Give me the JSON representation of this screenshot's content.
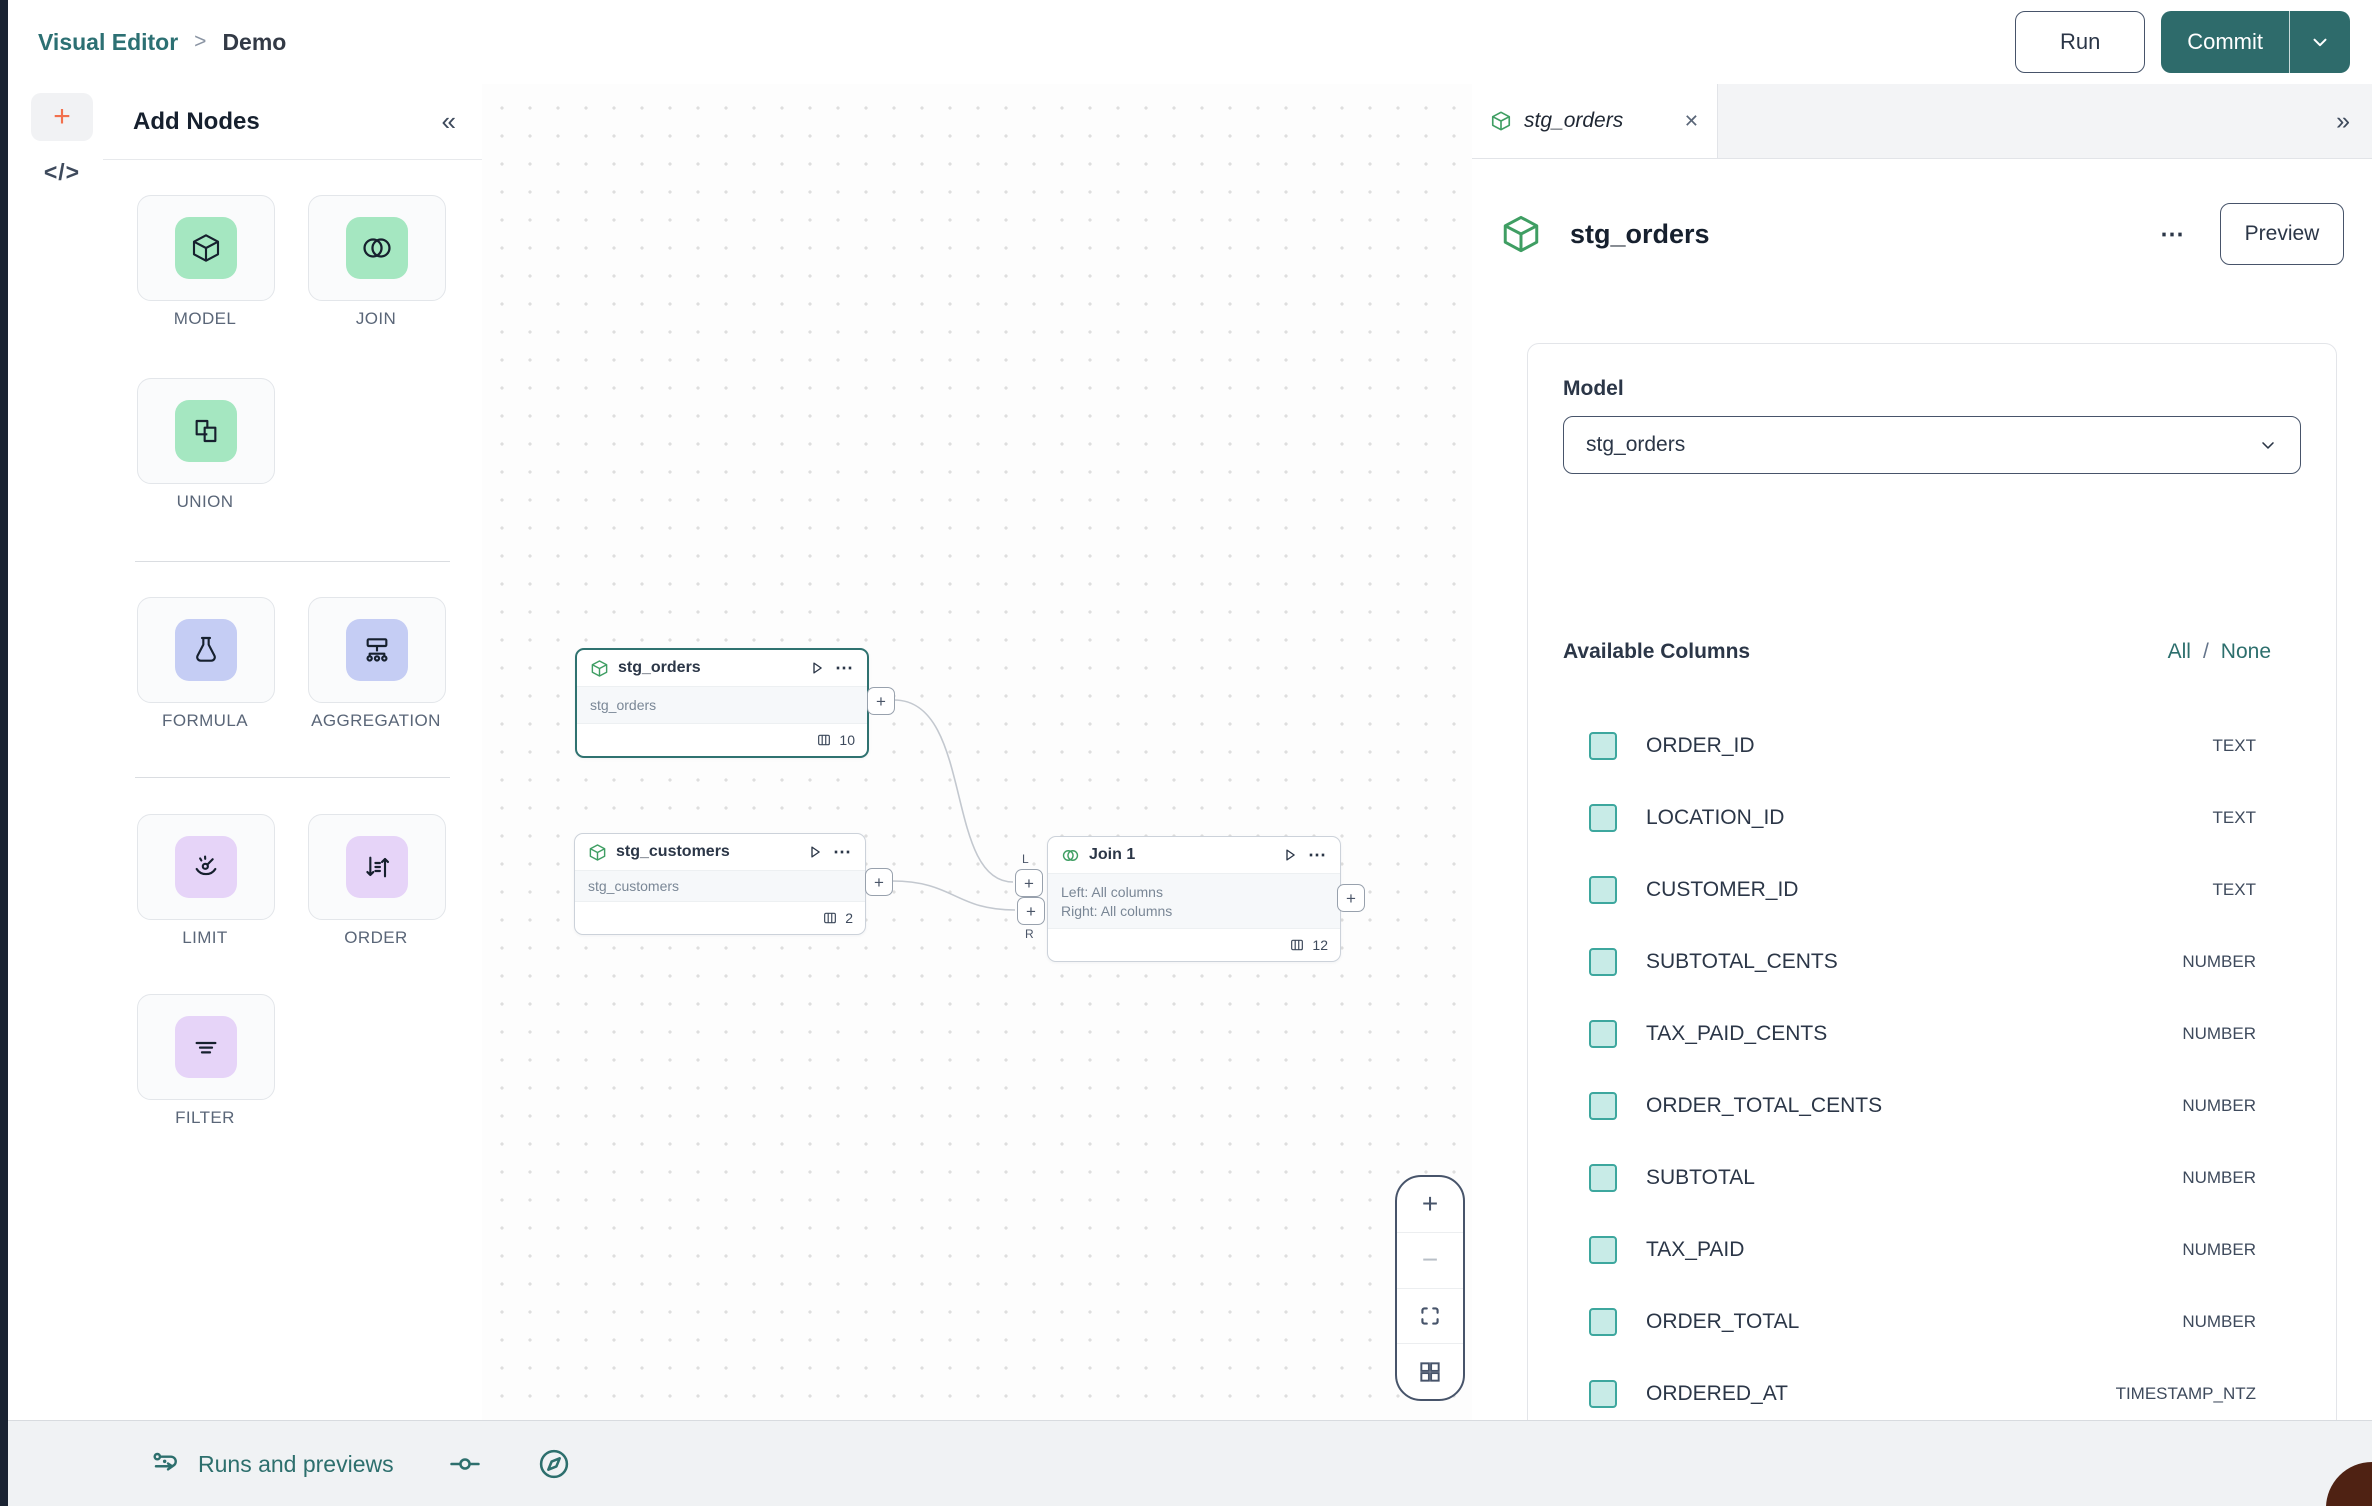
{
  "topbar": {
    "breadcrumb_app": "Visual Editor",
    "breadcrumb_sep": ">",
    "breadcrumb_page": "Demo",
    "run_label": "Run",
    "commit_label": "Commit"
  },
  "left_rail": {
    "add_glyph": "+",
    "code_glyph": "</>"
  },
  "palette": {
    "title": "Add Nodes",
    "collapse_glyph": "«",
    "items": [
      {
        "label": "MODEL"
      },
      {
        "label": "JOIN"
      },
      {
        "label": "UNION"
      },
      {
        "label": "FORMULA"
      },
      {
        "label": "AGGREGATION"
      },
      {
        "label": "LIMIT"
      },
      {
        "label": "ORDER"
      },
      {
        "label": "FILTER"
      }
    ]
  },
  "canvas": {
    "port_plus": "+",
    "menu_glyph": "⋯",
    "join_left_port": "L",
    "join_right_port": "R",
    "nodes": {
      "stg_orders": {
        "title": "stg_orders",
        "subtitle": "stg_orders",
        "column_count": "10"
      },
      "stg_customers": {
        "title": "stg_customers",
        "subtitle": "stg_customers",
        "column_count": "2"
      },
      "join": {
        "title": "Join 1",
        "line1": "Left: All columns",
        "line2": "Right: All columns",
        "column_count": "12"
      }
    },
    "zoom_controls": {
      "zoom_in": "+",
      "zoom_out": "−"
    }
  },
  "right_panel": {
    "tab_label": "stg_orders",
    "tab_close": "✕",
    "expand_glyph": "»",
    "title": "stg_orders",
    "menu_glyph": "⋯",
    "preview_label": "Preview",
    "model_label": "Model",
    "model_value": "stg_orders",
    "columns_header": "Available Columns",
    "select_all": "All",
    "select_sep": "/",
    "select_none": "None",
    "columns": [
      {
        "name": "ORDER_ID",
        "type": "TEXT"
      },
      {
        "name": "LOCATION_ID",
        "type": "TEXT"
      },
      {
        "name": "CUSTOMER_ID",
        "type": "TEXT"
      },
      {
        "name": "SUBTOTAL_CENTS",
        "type": "NUMBER"
      },
      {
        "name": "TAX_PAID_CENTS",
        "type": "NUMBER"
      },
      {
        "name": "ORDER_TOTAL_CENTS",
        "type": "NUMBER"
      },
      {
        "name": "SUBTOTAL",
        "type": "NUMBER"
      },
      {
        "name": "TAX_PAID",
        "type": "NUMBER"
      },
      {
        "name": "ORDER_TOTAL",
        "type": "NUMBER"
      },
      {
        "name": "ORDERED_AT",
        "type": "TIMESTAMP_NTZ"
      }
    ]
  },
  "bottom_bar": {
    "runs_label": "Runs and previews"
  },
  "colors": {
    "accent_teal": "#2d6f6d",
    "commit_teal": "#2e6b6b",
    "node_green": "#3f9e63",
    "tile_green": "#a5e7c1",
    "tile_lavender": "#c5cdf4",
    "tile_purple": "#e6d4f8",
    "checkbox_fill": "#c8ebe7",
    "checkbox_border": "#3da79e"
  }
}
